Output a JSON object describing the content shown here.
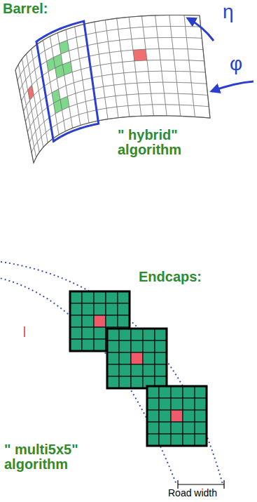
{
  "diagram": {
    "labels": [
      "Barrel:",
      "η",
      "φ",
      "\" hybrid\" algorithm",
      "Endcaps:",
      "\" multi5x5\" algorithm",
      "Road width"
    ]
  }
}
